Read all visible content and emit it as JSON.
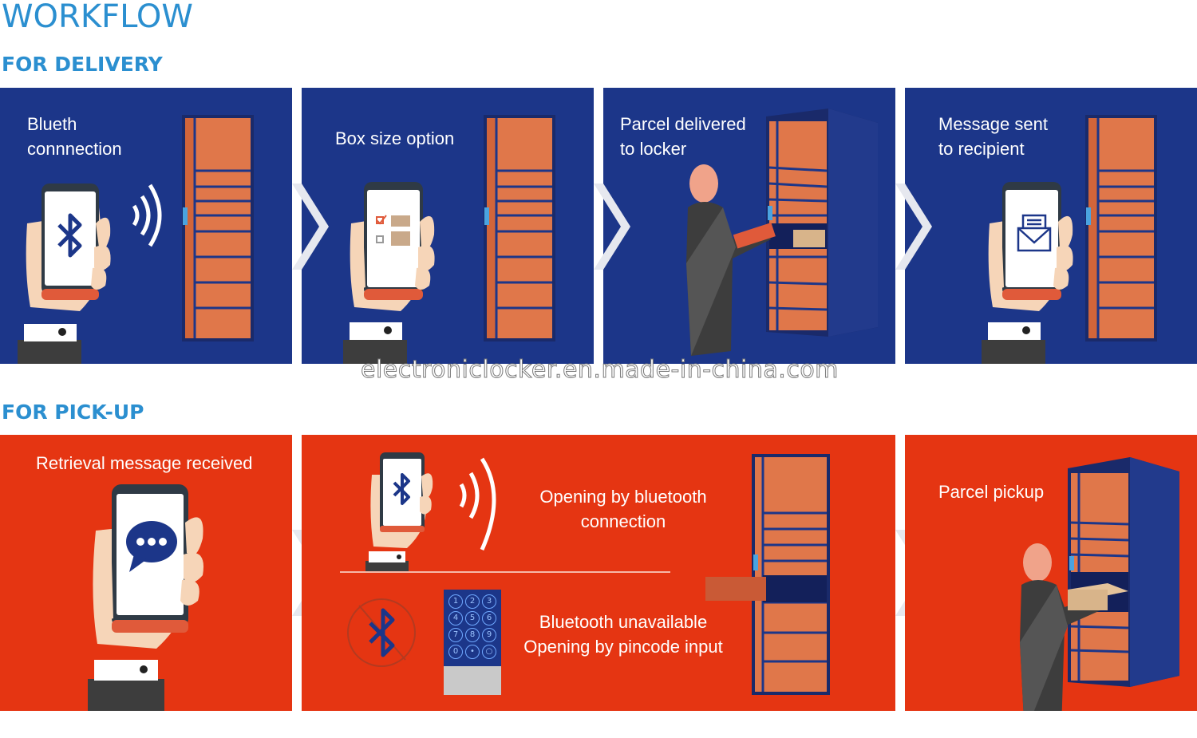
{
  "header": {
    "title": "WORKFLOW"
  },
  "delivery": {
    "heading": "FOR DELIVERY",
    "steps": [
      {
        "line1": "Blueth",
        "line2": "connnection"
      },
      {
        "line1": "Box size option",
        "line2": ""
      },
      {
        "line1": "Parcel delivered",
        "line2": "to locker"
      },
      {
        "line1": "Message sent",
        "line2": "to recipient"
      }
    ]
  },
  "pickup": {
    "heading": "FOR PICK-UP",
    "step1": "Retrieval message received",
    "step2_bt_line1": "Opening by bluetooth",
    "step2_bt_line2": "connection",
    "step2_pin_line1": "Bluetooth unavailable",
    "step2_pin_line2": "Opening by pincode input",
    "step3": "Parcel pickup",
    "keypad_keys": [
      "1",
      "2",
      "3",
      "4",
      "5",
      "6",
      "7",
      "8",
      "9",
      "0",
      "•",
      "○"
    ]
  },
  "watermark": "electroniclocker.en.made-in-china.com",
  "colors": {
    "accent": "#2b8fd0",
    "delivery_bg": "#1c3689",
    "pickup_bg": "#e53512",
    "locker_orange": "#e0774a"
  }
}
